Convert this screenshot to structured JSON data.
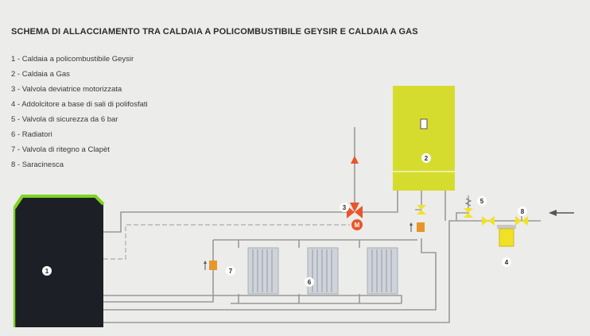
{
  "title": "SCHEMA DI ALLACCIAMENTO TRA CALDAIA A POLICOMBUSTIBILE GEYSIR E CALDAIA A GAS",
  "legend": [
    "1 - Caldaia a policombustibile Geysir",
    "2 - Caldaia a Gas",
    "3 - Valvola deviatrice motorizzata",
    "4 - Addolcitore a base di sali di polifosfati",
    "5 - Valvola di sicurezza da 6 bar",
    "6 - Radiatori",
    "7 - Valvola di ritegno a Clapèt",
    "8 - Saracinesca"
  ],
  "markers": {
    "m1": "1",
    "m2": "2",
    "m3": "3",
    "m4": "4",
    "m5": "5",
    "m6": "6",
    "m7": "7",
    "m8": "8",
    "motor": "M"
  },
  "colors": {
    "background": "#ececea",
    "pipe": "#9a9a9a",
    "gas_boiler": "#d6dc2e",
    "solid_fuel_boiler": "#1c2026",
    "boiler_trim": "#7ed321",
    "valve_yellow": "#f2e227",
    "accent_orange": "#e8562a",
    "radiator": "#cfd3da"
  },
  "icons": {
    "flow_arrow_up": "arrow-up-icon",
    "inlet_arrow": "arrow-left-icon",
    "motorized_valve": "three-way-valve-icon",
    "radiator": "radiator-icon",
    "gate_valve": "gate-valve-icon",
    "safety_valve": "safety-valve-icon",
    "check_valve": "check-valve-icon",
    "softener": "filter-icon"
  }
}
